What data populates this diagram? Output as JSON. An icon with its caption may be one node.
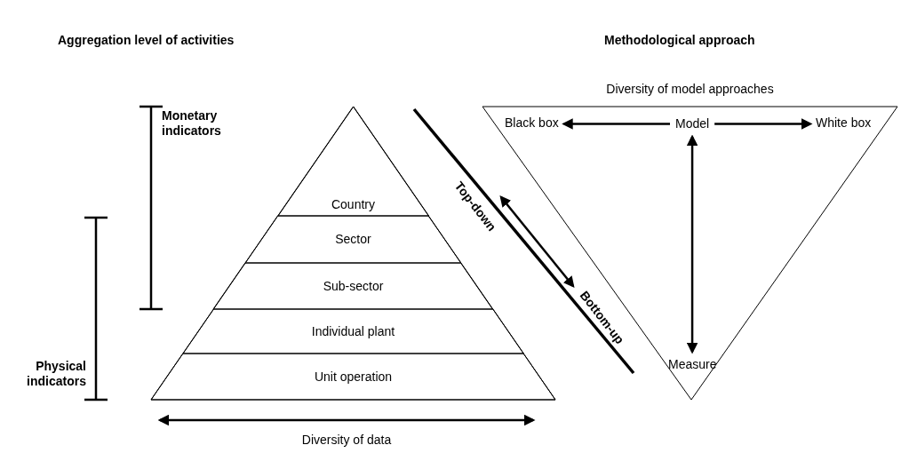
{
  "diagram": {
    "nodes": [
      {
        "text": [],
        "shape": "triangle"
      },
      {
        "text": [
          "Country"
        ],
        "in": 0
      },
      {
        "text": [
          "Sector"
        ],
        "in": 0
      },
      {
        "text": [
          "Sub-sector"
        ],
        "in": 0
      },
      {
        "text": [
          "Individual plant"
        ],
        "in": 0
      },
      {
        "text": [
          "Unit operation"
        ],
        "in": 0
      },
      {
        "text": [
          "Diversity of model approaches"
        ]
      },
      {
        "text": [
          "Black box"
        ],
        "in": 6
      },
      {
        "text": [
          "Model"
        ],
        "in": 6
      },
      {
        "text": [
          "White box"
        ],
        "in": 6
      },
      {
        "text": [
          "Measure"
        ],
        "in": 6
      }
    ],
    "edges": [
      {
        "from": 8,
        "to": 7,
        "arrow": "to"
      },
      {
        "from": 8,
        "to": 9,
        "arrow": "to"
      },
      {
        "from": 8,
        "to": 10,
        "arrow": "both"
      }
    ],
    "labels": [
      "Aggregation level of activities",
      "Methodological approach",
      "Monetary indicators",
      "Physical indicators",
      "Top-down",
      "Bottom-up",
      "Diversity of data"
    ]
  }
}
